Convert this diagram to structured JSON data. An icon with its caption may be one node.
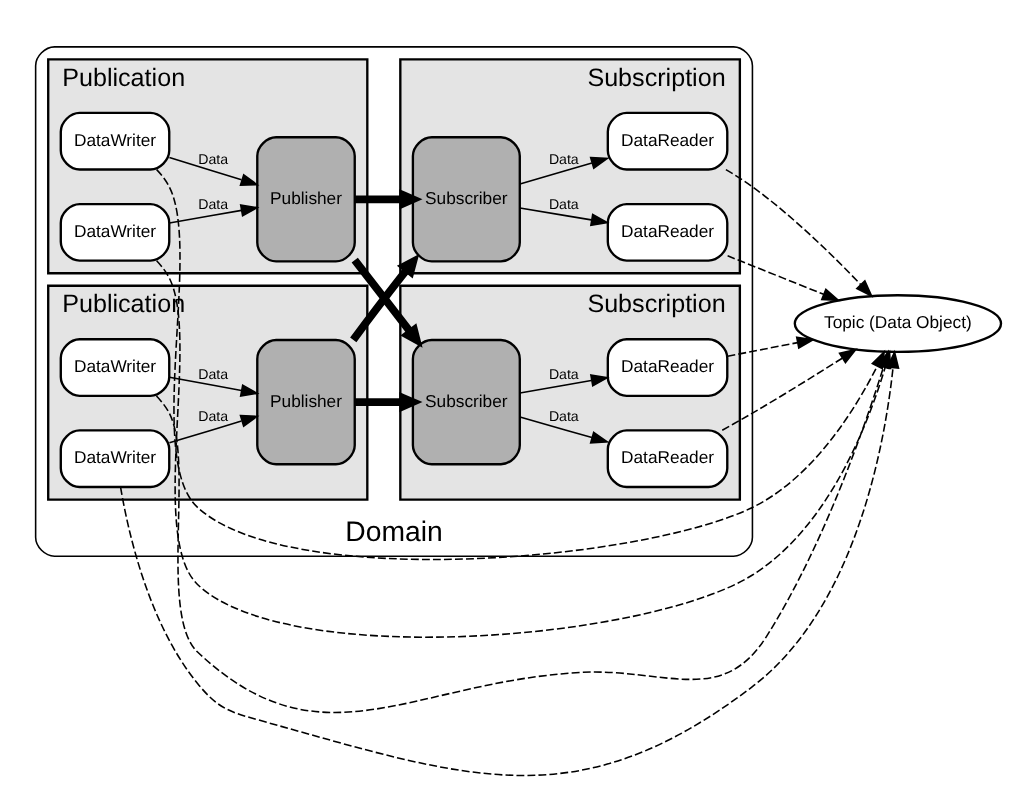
{
  "diagram": {
    "nodes": [
      {
        "text": [
          "Topic (Data Object)"
        ]
      },
      {
        "text": [
          "Domain"
        ]
      },
      {
        "text": [
          "Publication"
        ],
        "in": 1
      },
      {
        "text": [
          "DataWriter"
        ],
        "in": 2
      },
      {
        "text": [
          "DataWriter"
        ],
        "in": 2
      },
      {
        "text": [
          "Publisher"
        ],
        "in": 2
      },
      {
        "text": [
          "Subscription"
        ],
        "in": 1
      },
      {
        "text": [
          "Subscriber"
        ],
        "in": 6
      },
      {
        "text": [
          "DataReader"
        ],
        "in": 6
      },
      {
        "text": [
          "DataReader"
        ],
        "in": 6
      },
      {
        "text": [
          "Publication"
        ],
        "in": 1
      },
      {
        "text": [
          "DataWriter"
        ],
        "in": 10
      },
      {
        "text": [
          "DataWriter"
        ],
        "in": 10
      },
      {
        "text": [
          "Publisher"
        ],
        "in": 10
      },
      {
        "text": [
          "Subscription"
        ],
        "in": 1
      },
      {
        "text": [
          "Subscriber"
        ],
        "in": 14
      },
      {
        "text": [
          "DataReader"
        ],
        "in": 14
      },
      {
        "text": [
          "DataReader"
        ],
        "in": 14
      }
    ],
    "edges": [
      {
        "from": 3,
        "to": 5,
        "arrow": "to",
        "label": "Data"
      },
      {
        "from": 4,
        "to": 5,
        "arrow": "to",
        "label": "Data"
      },
      {
        "from": 7,
        "to": 8,
        "arrow": "to",
        "label": "Data"
      },
      {
        "from": 7,
        "to": 9,
        "arrow": "to",
        "label": "Data"
      },
      {
        "from": 11,
        "to": 13,
        "arrow": "to",
        "label": "Data"
      },
      {
        "from": 12,
        "to": 13,
        "arrow": "to",
        "label": "Data"
      },
      {
        "from": 15,
        "to": 16,
        "arrow": "to",
        "label": "Data"
      },
      {
        "from": 15,
        "to": 17,
        "arrow": "to",
        "label": "Data"
      },
      {
        "from": 5,
        "to": 7,
        "arrow": "to",
        "style": "thick"
      },
      {
        "from": 5,
        "to": 15,
        "arrow": "to",
        "style": "thick"
      },
      {
        "from": 13,
        "to": 7,
        "arrow": "to",
        "style": "thick"
      },
      {
        "from": 13,
        "to": 15,
        "arrow": "to",
        "style": "thick"
      },
      {
        "from": 3,
        "to": 0,
        "arrow": "to",
        "style": "dashed"
      },
      {
        "from": 4,
        "to": 0,
        "arrow": "to",
        "style": "dashed"
      },
      {
        "from": 11,
        "to": 0,
        "arrow": "to",
        "style": "dashed"
      },
      {
        "from": 12,
        "to": 0,
        "arrow": "to",
        "style": "dashed"
      },
      {
        "from": 8,
        "to": 0,
        "arrow": "to",
        "style": "dashed"
      },
      {
        "from": 9,
        "to": 0,
        "arrow": "to",
        "style": "dashed"
      },
      {
        "from": 16,
        "to": 0,
        "arrow": "to",
        "style": "dashed"
      },
      {
        "from": 17,
        "to": 0,
        "arrow": "to",
        "style": "dashed"
      }
    ]
  }
}
